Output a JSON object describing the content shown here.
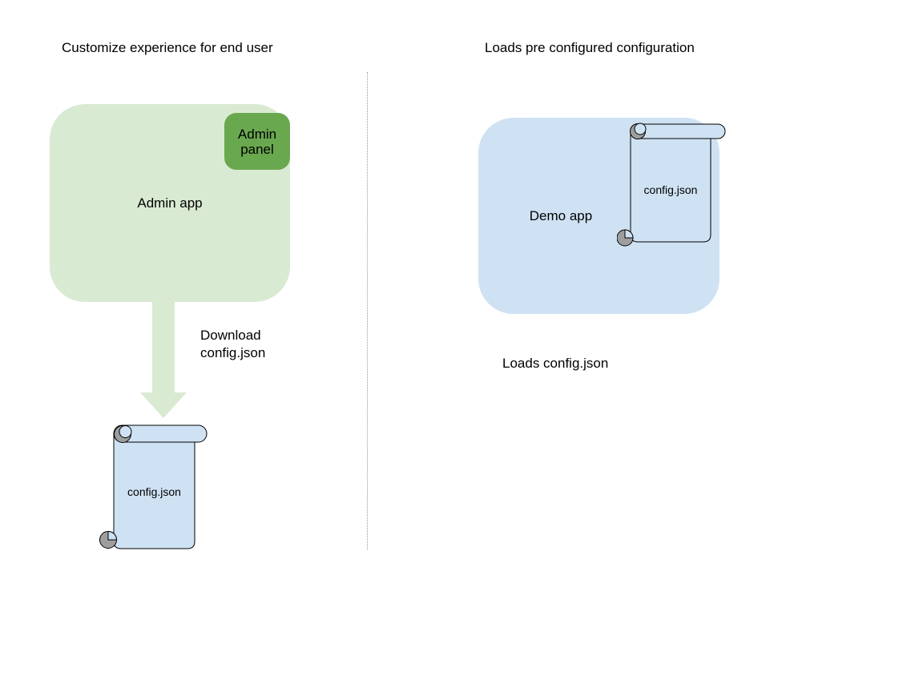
{
  "left_section": {
    "heading": "Customize experience for end user",
    "admin_app_label": "Admin app",
    "admin_panel_label": "Admin panel",
    "arrow_label": "Download config.json",
    "config_file_label": "config.json"
  },
  "right_section": {
    "heading": "Loads pre configured configuration",
    "demo_app_label": "Demo app",
    "config_file_label": "config.json",
    "caption": "Loads config.json"
  },
  "colors": {
    "admin_app_fill": "#d9ead3",
    "admin_panel_fill": "#6aa84f",
    "demo_app_fill": "#cfe2f3",
    "scroll_fill": "#cfe2f3",
    "scroll_curl_gray": "#9e9e9e",
    "outline": "#000000",
    "divider_gray": "#999999",
    "text": "#000000"
  }
}
